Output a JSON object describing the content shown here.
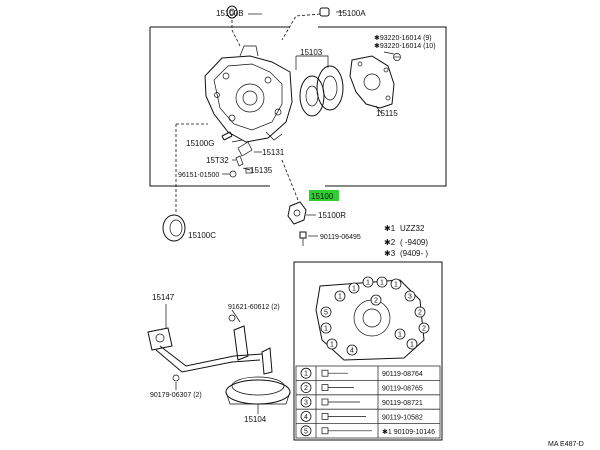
{
  "labels": {
    "p15100B": "15100B",
    "p15100A": "15100A",
    "p93220a": "✱93220-16014 (9)",
    "p93220b": "✱93220-16014 (10)",
    "p15103": "15103",
    "p15115": "15115",
    "p15100G": "15100G",
    "p15131": "15131",
    "p15132": "15T32",
    "p15135": "15135",
    "p96151": "96151-01500",
    "p15100": "15100",
    "p15100R": "15100R",
    "p15100C": "15100C",
    "p90119a": "90119-06495",
    "p15147": "15147",
    "p91621": "91621-60612 (2)",
    "p90179": "90179-06307 (2)",
    "p15104": "15104",
    "code": "MA E487-D"
  },
  "legend": {
    "row1_mark": "✱1",
    "row1_text": "UZZ32",
    "row2_mark": "✱2",
    "row2_text": "(     -9409)",
    "row3_mark": "✱3",
    "row3_text": "(9409-     )"
  },
  "bolt_table": [
    {
      "num": "1",
      "part": "90119-08764"
    },
    {
      "num": "2",
      "part": "90119-08765"
    },
    {
      "num": "3",
      "part": "90119-08721"
    },
    {
      "num": "4",
      "part": "90119-10582"
    },
    {
      "num": "5",
      "part": "✱1  90109-10146"
    }
  ],
  "circle_marks": [
    "1",
    "2",
    "3",
    "4",
    "5"
  ],
  "colors": {
    "highlight": "#32cd32",
    "line": "#111111"
  }
}
